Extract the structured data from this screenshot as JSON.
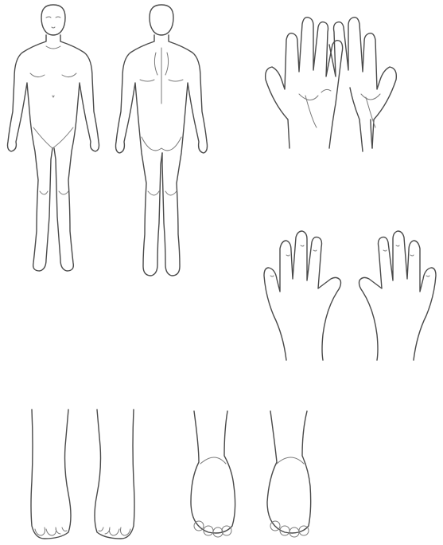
{
  "diagram": {
    "views": [
      {
        "name": "body-front",
        "icon": "body-front-outline"
      },
      {
        "name": "body-back",
        "icon": "body-back-outline"
      },
      {
        "name": "palms",
        "icon": "hand-palm-outline"
      },
      {
        "name": "hand-backs",
        "icon": "hand-back-outline"
      },
      {
        "name": "feet-top",
        "icon": "foot-top-outline"
      },
      {
        "name": "feet-soles",
        "icon": "foot-sole-outline"
      }
    ],
    "line_color": "#4a4a4a",
    "background": "#ffffff"
  }
}
